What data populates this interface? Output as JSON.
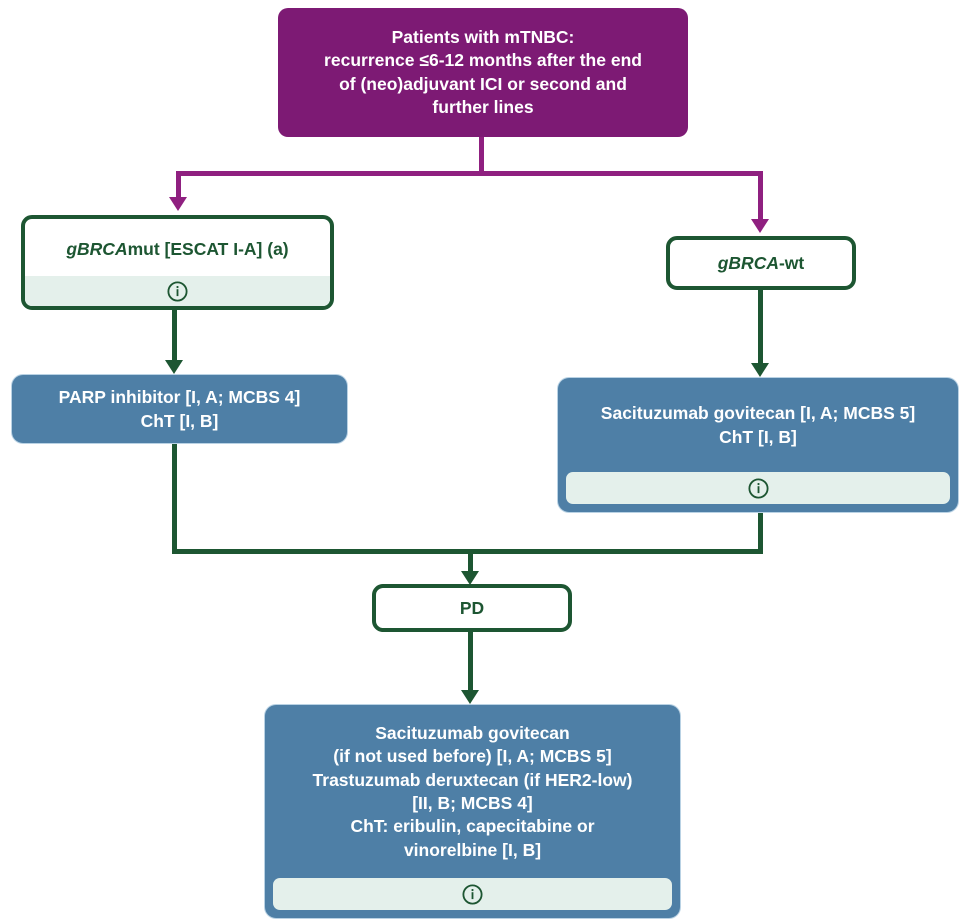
{
  "diagram": {
    "title": "mTNBC treatment algorithm",
    "colors": {
      "purple": "#7d1a74",
      "purple_line": "#8f2080",
      "green": "#1d5632",
      "blue": "#4e7fa6",
      "info_bar": "#e4f0eb",
      "white": "#ffffff"
    },
    "info_icon_name": "information-icon"
  },
  "nodes": {
    "root": {
      "id": "patients-mtnbc",
      "type": "purple",
      "text": "Patients with mTNBC:\nrecurrence ≤6-12 months after the end\nof (neo)adjuvant ICI or second and\nfurther lines"
    },
    "brca_mut": {
      "id": "gbrca-mut",
      "type": "green",
      "text_italic": "gBRCA",
      "text_rest": "mut [ESCAT I-A] (a)",
      "has_info": true
    },
    "brca_wt": {
      "id": "gbrca-wt",
      "type": "green",
      "text_italic": "gBRCA",
      "text_rest": "-wt",
      "has_info": false
    },
    "parp": {
      "id": "parp-inhibitor",
      "type": "blue",
      "text": "PARP inhibitor [I, A; MCBS 4]\nChT [I, B]",
      "has_info": false
    },
    "sacituzumab_first": {
      "id": "sacituzumab-govitecan-first-line",
      "type": "blue",
      "text": "Sacituzumab govitecan [I, A; MCBS 5]\nChT [I, B]",
      "has_info": true
    },
    "pd": {
      "id": "progressive-disease",
      "type": "green",
      "text": "PD",
      "has_info": false
    },
    "later_line": {
      "id": "later-line-treatment",
      "type": "blue",
      "text": "Sacituzumab govitecan\n(if not used before) [I, A; MCBS 5]\nTrastuzumab deruxtecan (if HER2-low)\n[II, B; MCBS 4]\nChT: eribulin, capecitabine or\nvinorelbine [I, B]",
      "has_info": true
    }
  },
  "edges": [
    {
      "from": "patients-mtnbc",
      "to": "gbrca-mut",
      "color": "#8f2080"
    },
    {
      "from": "patients-mtnbc",
      "to": "gbrca-wt",
      "color": "#8f2080"
    },
    {
      "from": "gbrca-mut",
      "to": "parp-inhibitor",
      "color": "#1d5632"
    },
    {
      "from": "gbrca-wt",
      "to": "sacituzumab-govitecan-first-line",
      "color": "#1d5632"
    },
    {
      "from": "parp-inhibitor",
      "to": "progressive-disease",
      "color": "#1d5632"
    },
    {
      "from": "sacituzumab-govitecan-first-line",
      "to": "progressive-disease",
      "color": "#1d5632"
    },
    {
      "from": "progressive-disease",
      "to": "later-line-treatment",
      "color": "#1d5632"
    }
  ]
}
